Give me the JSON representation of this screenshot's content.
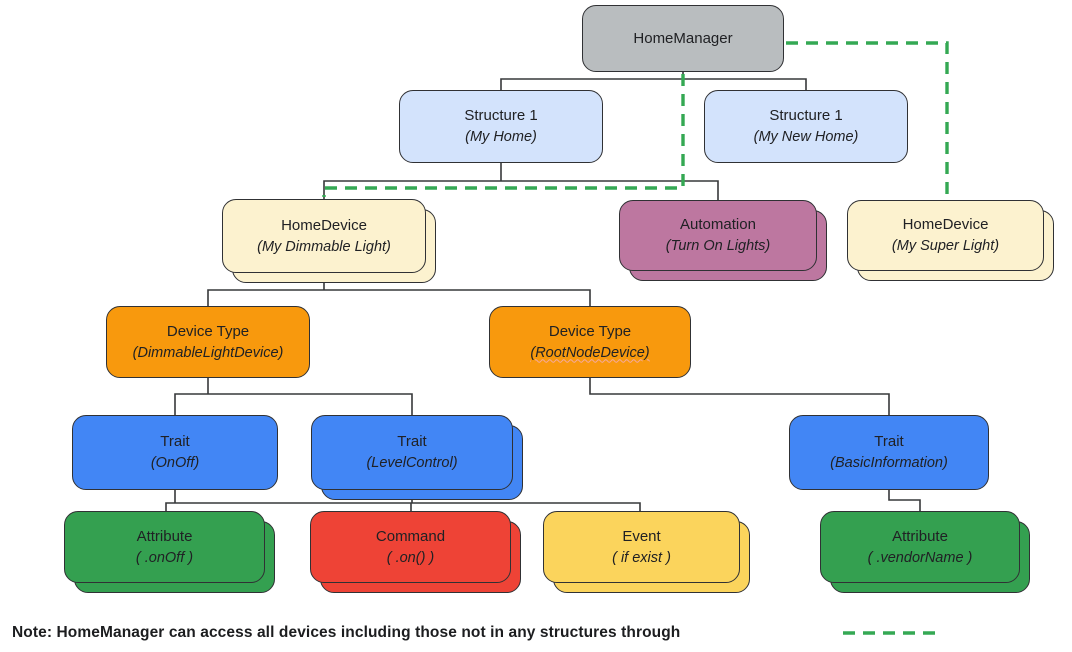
{
  "diagram_title": "HomeManager structure tree",
  "nodes": {
    "home_manager": {
      "title": "HomeManager",
      "subtitle": ""
    },
    "structure_my_home": {
      "title": "Structure 1",
      "subtitle": "(My Home)"
    },
    "structure_my_new_home": {
      "title": "Structure 1",
      "subtitle": "(My New Home)"
    },
    "homedevice_dimmable": {
      "title": "HomeDevice",
      "subtitle": "(My Dimmable Light)"
    },
    "automation_turn_on": {
      "title": "Automation",
      "subtitle": "(Turn On Lights)"
    },
    "homedevice_super": {
      "title": "HomeDevice",
      "subtitle": "(My Super Light)"
    },
    "devicetype_dimmable": {
      "title": "Device Type",
      "subtitle": "(DimmableLightDevice)"
    },
    "devicetype_rootnode": {
      "title": "Device Type",
      "subtitle": "(RootNodeDevice)"
    },
    "trait_onoff": {
      "title": "Trait",
      "subtitle": "(OnOff)"
    },
    "trait_levelcontrol": {
      "title": "Trait",
      "subtitle": "(LevelControl)"
    },
    "trait_basicinfo": {
      "title": "Trait",
      "subtitle": "(BasicInformation)"
    },
    "attribute_onoff": {
      "title": "Attribute",
      "subtitle": "( .onOff )"
    },
    "command_on": {
      "title": "Command",
      "subtitle": "( .on() )"
    },
    "event_ifexist": {
      "title": "Event",
      "subtitle": "( if exist )"
    },
    "attribute_vendorname": {
      "title": "Attribute",
      "subtitle": "( .vendorName )"
    }
  },
  "note": {
    "text": "Note: HomeManager can access all devices including those not in any structures through"
  },
  "colors": {
    "home_manager": "#b9bdbf",
    "structure": "#d3e3fc",
    "home_device": "#fcf2cf",
    "automation": "#bd77a0",
    "device_type": "#f8990d",
    "trait": "#4286f5",
    "attribute": "#34a050",
    "command": "#ee4336",
    "event": "#fbd45c",
    "dashed_link": "#34a853",
    "solid_link": "#37383a",
    "text": "#202124"
  }
}
